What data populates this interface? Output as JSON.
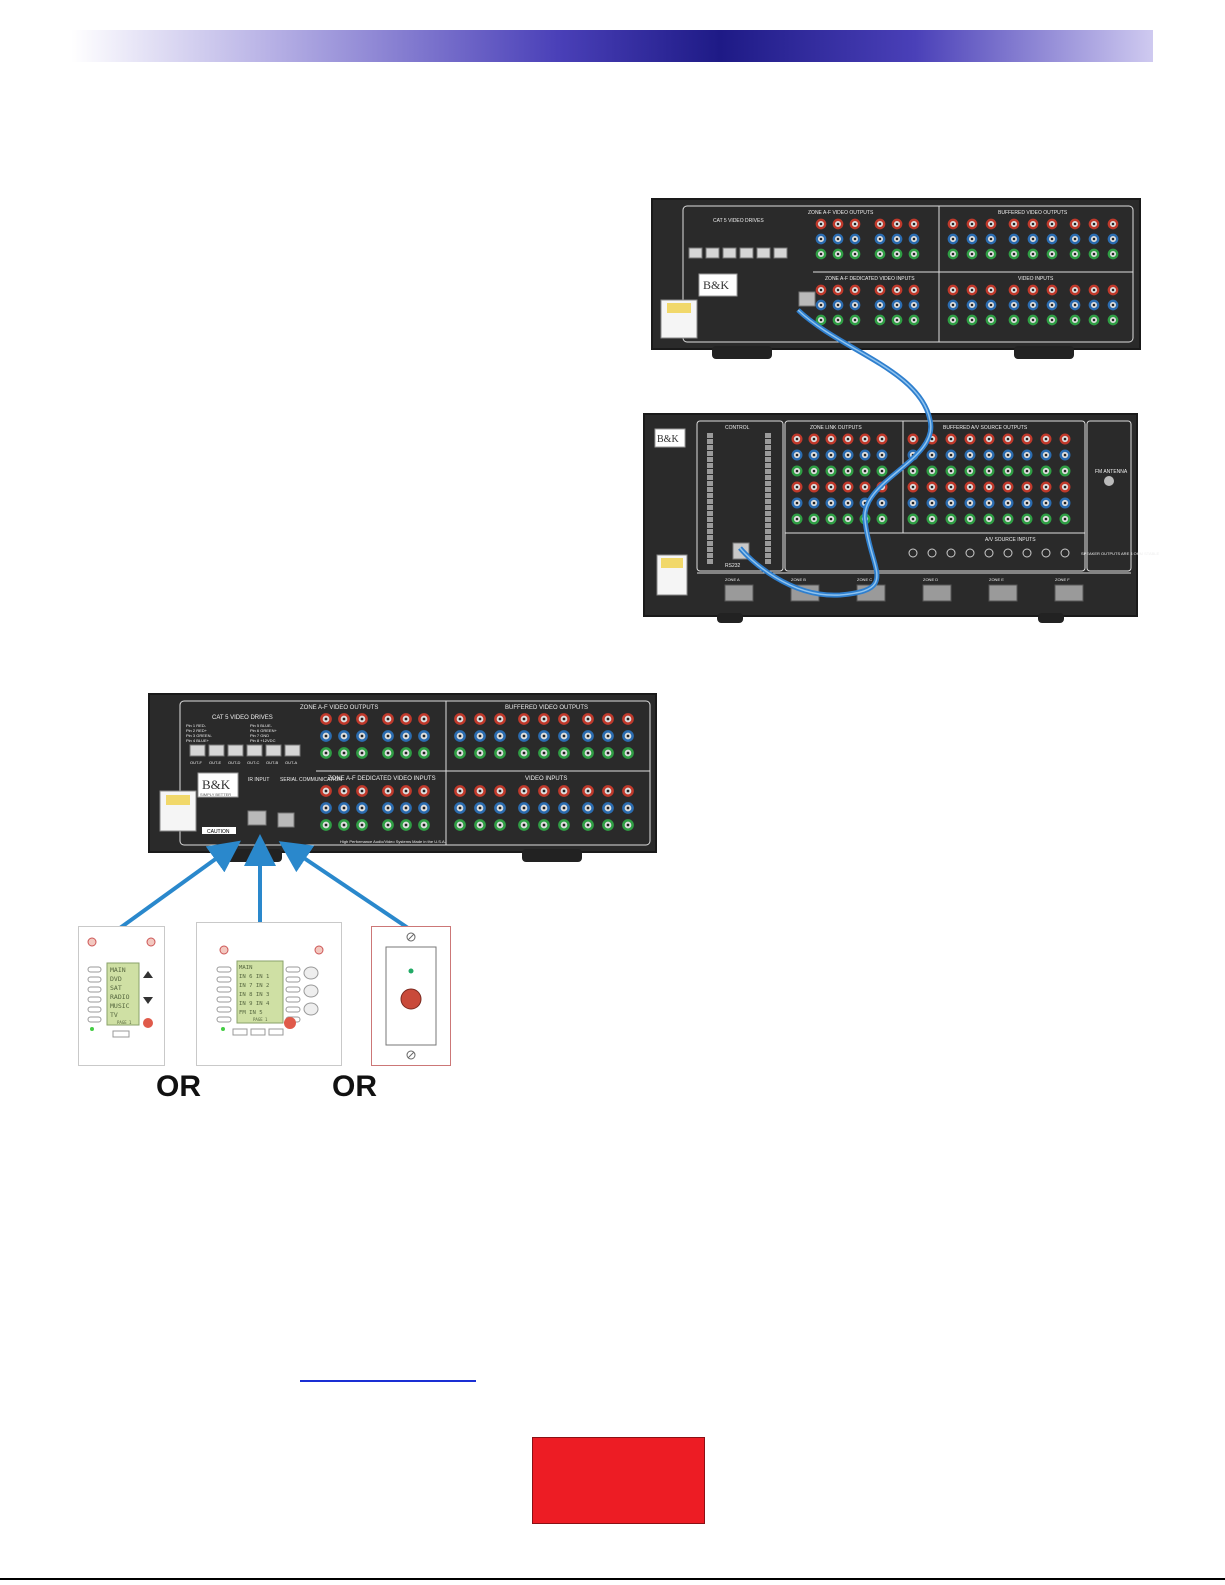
{
  "header": {
    "accent_color": "#2a2490"
  },
  "rack_labels": {
    "zone_video_outputs": "ZONE A-F VIDEO OUTPUTS",
    "buffered_video_outputs": "BUFFERED VIDEO OUTPUTS",
    "cat5_video_drives": "CAT 5 VIDEO DRIVES",
    "zone_dedicated_inputs": "ZONE A-F DEDICATED VIDEO INPUTS",
    "video_inputs": "VIDEO INPUTS",
    "ir_input": "IR INPUT",
    "serial_comm": "SERIAL COMMUNICATION",
    "made_in": "High Performance Audio/Video Systems   Made in the U.S.A.",
    "brand": "B&K",
    "tagline": "SIMPLY BETTER",
    "caution": "CAUTION",
    "out_ports": [
      "OUT-F",
      "OUT-E",
      "OUT-D",
      "OUT-C",
      "OUT-B",
      "OUT-A"
    ],
    "pins_left": [
      "Pin 1  RED-",
      "Pin 2  RED+",
      "Pin 3  GREEN-",
      "Pin 4  BLUE+"
    ],
    "pins_right": [
      "Pin 5  BLUE-",
      "Pin 6  GREEN+",
      "Pin 7  GND",
      "Pin 8  +12VDC"
    ]
  },
  "receiver_labels": {
    "control": "CONTROL",
    "zone_link_outputs": "ZONE LINK OUTPUTS",
    "buffered_av_source_outputs": "BUFFERED A/V SOURCE OUTPUTS",
    "av_source_inputs": "A/V SOURCE INPUTS",
    "fm_antenna": "FM ANTENNA",
    "rs232": "RS232",
    "speaker_note": "SPEAKER OUTPUTS ARE 4 OHM STABLE",
    "zones": [
      "ZONE A",
      "ZONE B",
      "ZONE C",
      "ZONE D",
      "ZONE E",
      "ZONE F"
    ]
  },
  "keypad1": {
    "lines": [
      "MAIN",
      "DVD",
      "SAT",
      "RADIO",
      "MUSIC",
      "TV"
    ],
    "footer": "PAGE 1"
  },
  "keypad2": {
    "lines": [
      "MAIN",
      "IN 6    IN 1",
      "IN 7    IN 2",
      "IN 8    IN 3",
      "IN 9    IN 4",
      "FM      IN 5"
    ],
    "footer": "PAGE 1"
  },
  "or_labels": [
    "OR",
    "OR"
  ],
  "cable_color": "#2f7fce",
  "arrow_color": "#2a88cc",
  "button_color": "#ed1c24"
}
